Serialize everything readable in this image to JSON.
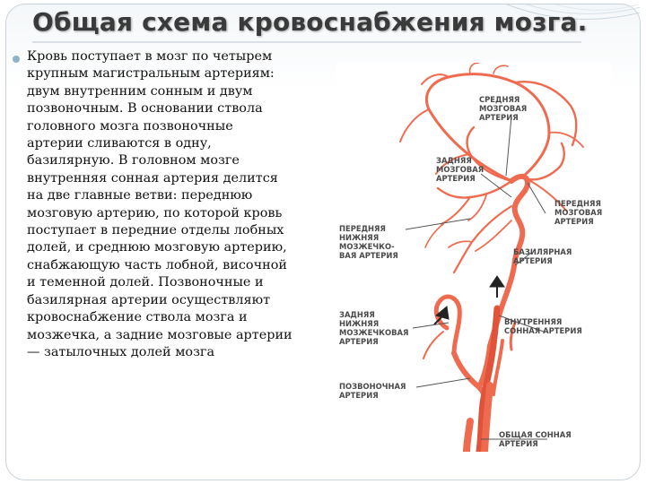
{
  "title": "Общая схема кровоснабжения мозга.",
  "body": "Кровь поступает в мозг по четырем крупным магистральным артериям: двум внутренним сонным и двум позвоночным. В основании ствола головного мозга позвоночные артерии сливаются в одну, базилярную. В головном мозге внутренняя сонная артерия делится на две главные ветви: переднюю мозговую артерию, по которой кровь поступает в передние отделы лобных долей, и среднюю мозговую артерию, снабжающую часть лобной, височной и теменной долей. Позвоночные и базилярная артерии осуществляют кровоснабжение ствола мозга и мозжечка, а задние мозговые артерии — затылочных долей мозга",
  "figure": {
    "labels": {
      "middle_cerebral": "СРЕДНЯЯ\nМОЗГОВАЯ\nАРТЕРИЯ",
      "posterior_cerebral": "ЗАДНЯЯ\nМОЗГОВАЯ\nАРТЕРИЯ",
      "anterior_cerebral": "ПЕРЕДНЯЯ\nМОЗГОВАЯ\nАРТЕРИЯ",
      "anterior_inferior_cerebellar": "ПЕРЕДНЯЯ\nНИЖНЯЯ\nМОЗЖЕЧКО-\nВАЯ АРТЕРИЯ",
      "basilar": "БАЗИЛЯРНАЯ\nАРТЕРИЯ",
      "posterior_inferior_cerebellar": "ЗАДНЯЯ\nНИЖНЯЯ\nМОЗЖЕЧКОВАЯ\nАРТЕРИЯ",
      "internal_carotid": "ВНУТРЕННЯЯ\nСОННАЯ АРТЕРИЯ",
      "vertebral": "ПОЗВОНОЧНАЯ\nАРТЕРИЯ",
      "common_carotid": "ОБЩАЯ СОННАЯ\nАРТЕРИЯ"
    }
  },
  "colors": {
    "artery": "#ef6b50",
    "artery_dark": "#e0533a",
    "label": "#4a4a4a",
    "bullet": "#8fb4c6"
  }
}
